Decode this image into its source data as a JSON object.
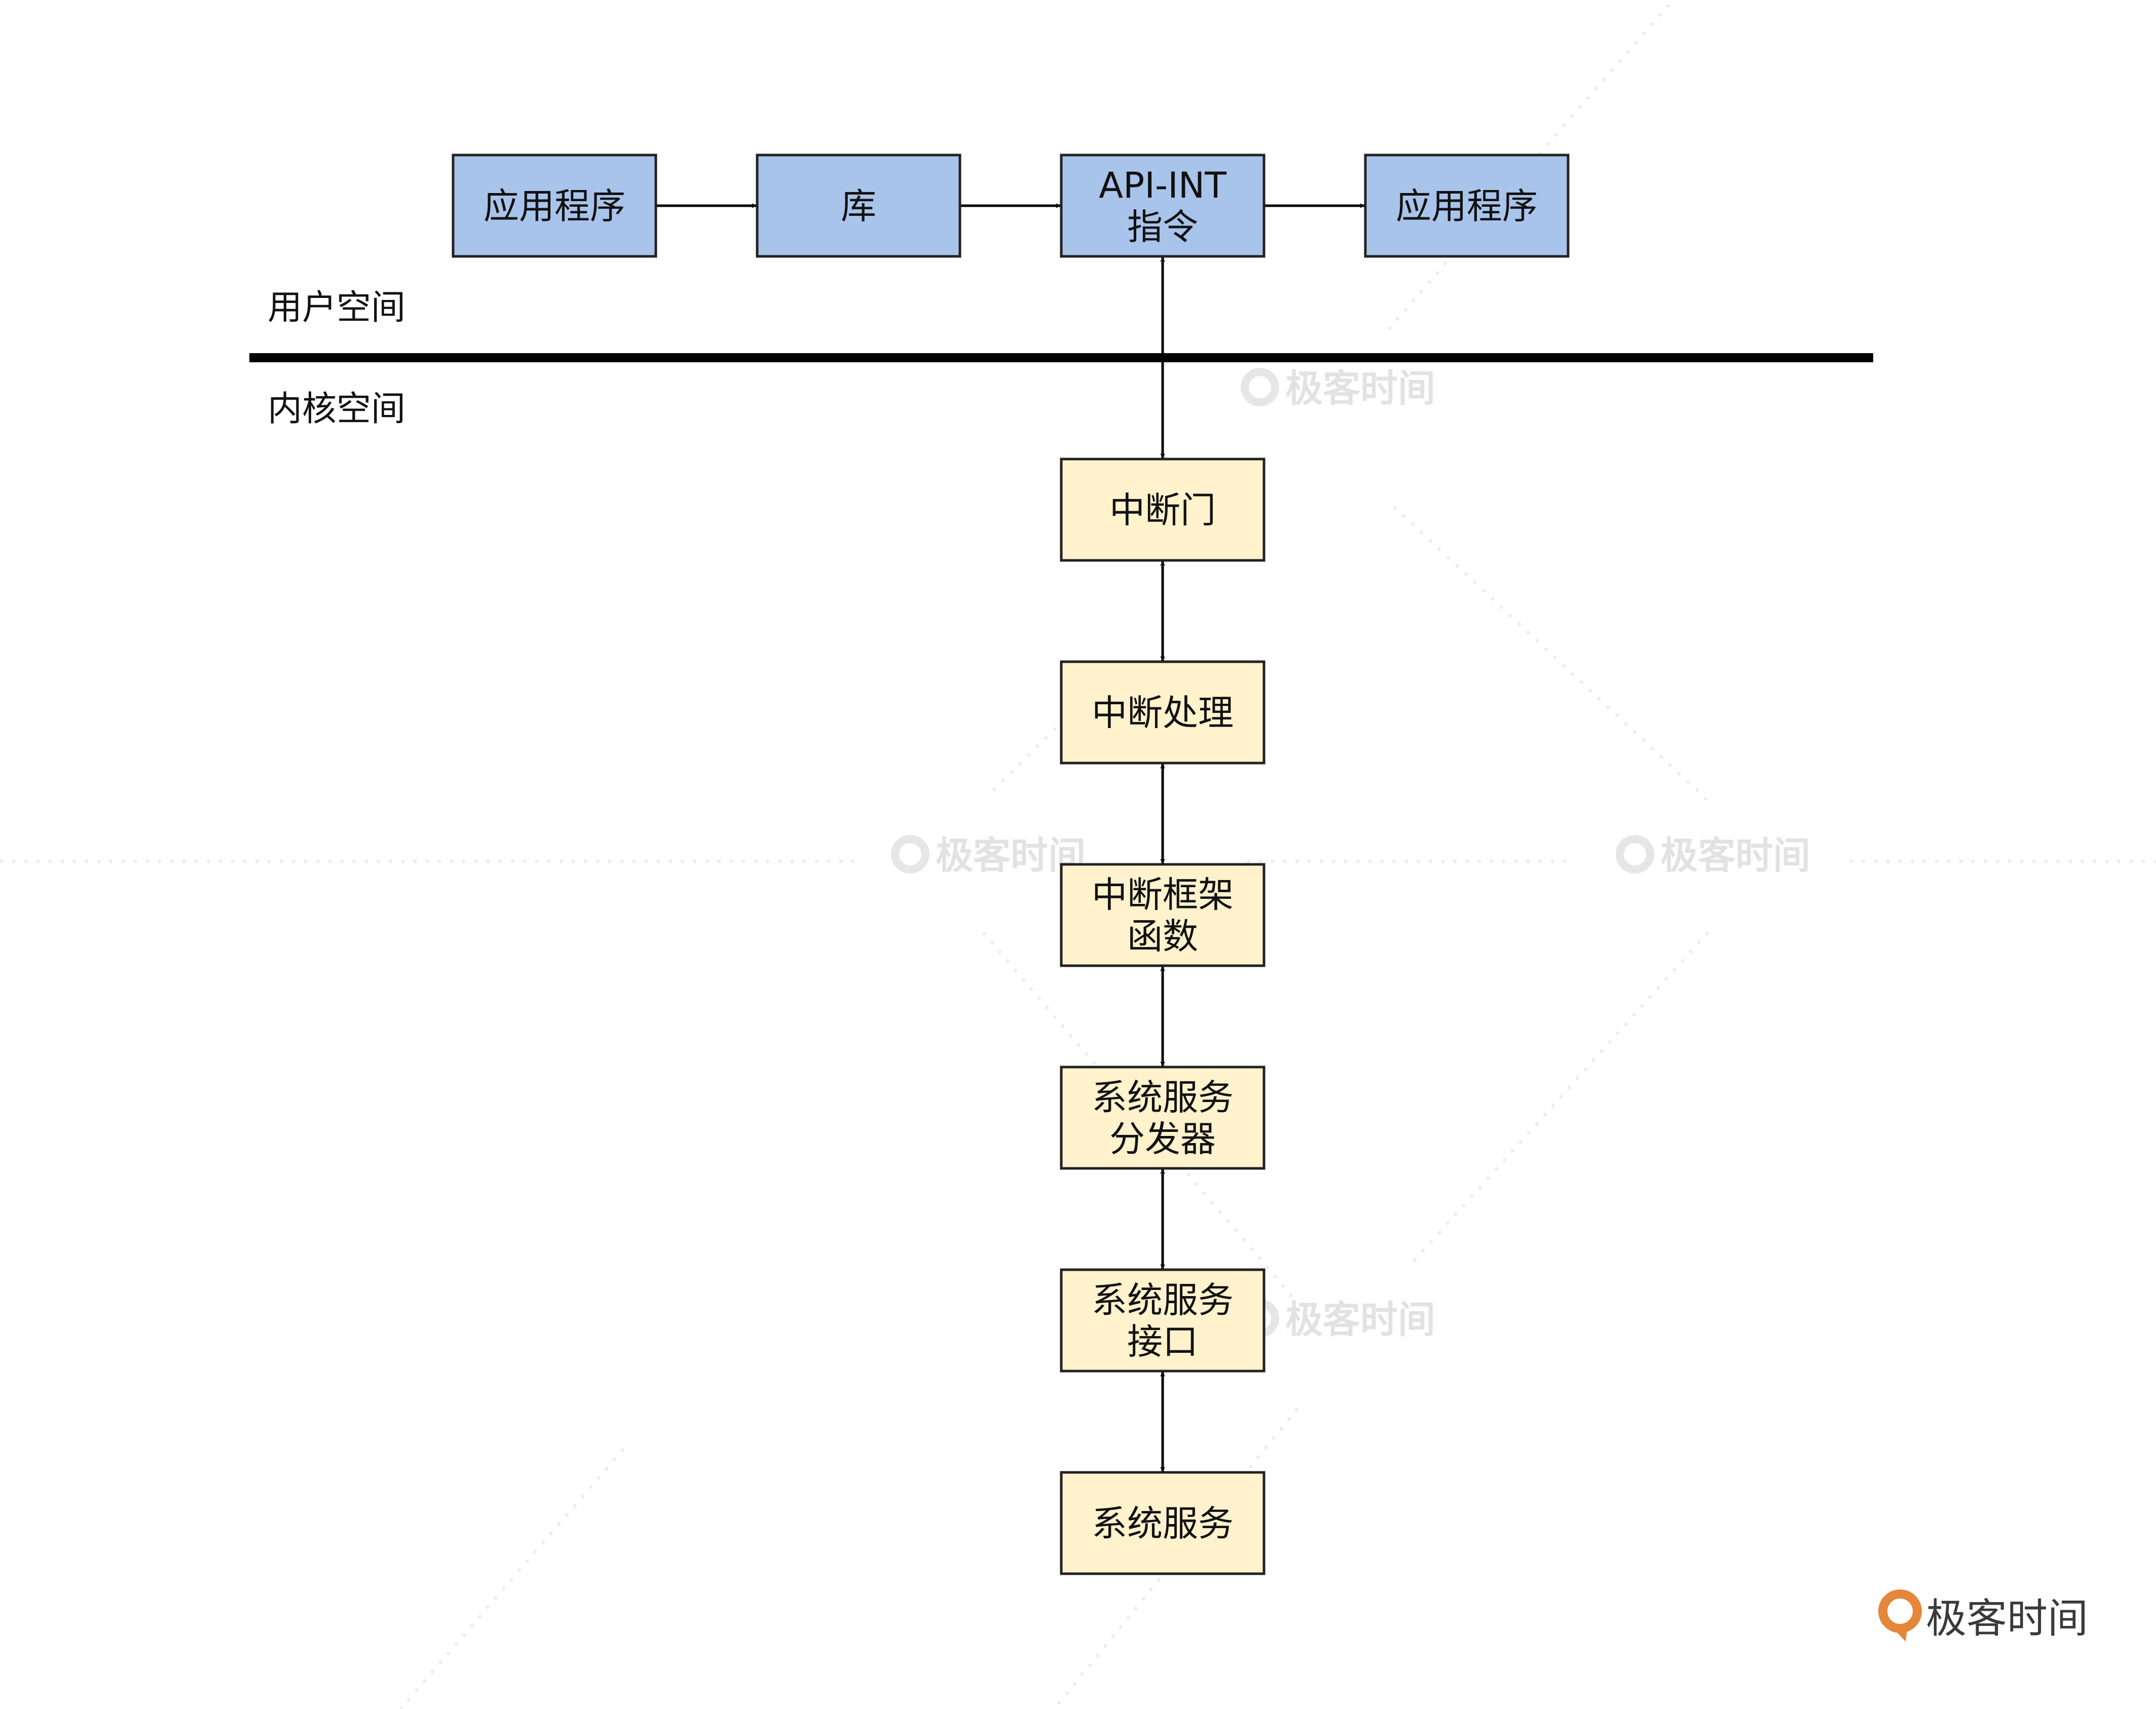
{
  "user_space": {
    "label": "用户空间",
    "boxes": [
      {
        "id": "app1",
        "lines": [
          "应用程序"
        ]
      },
      {
        "id": "lib",
        "lines": [
          "库"
        ]
      },
      {
        "id": "api",
        "lines": [
          "API-INT",
          "指令"
        ]
      },
      {
        "id": "app2",
        "lines": [
          "应用程序"
        ]
      }
    ]
  },
  "kernel_space": {
    "label": "内核空间",
    "boxes": [
      {
        "id": "gate",
        "lines": [
          "中断门"
        ]
      },
      {
        "id": "handler",
        "lines": [
          "中断处理"
        ]
      },
      {
        "id": "framework",
        "lines": [
          "中断框架",
          "函数"
        ]
      },
      {
        "id": "dispatcher",
        "lines": [
          "系统服务",
          "分发器"
        ]
      },
      {
        "id": "interface",
        "lines": [
          "系统服务",
          "接口"
        ]
      },
      {
        "id": "service",
        "lines": [
          "系统服务"
        ]
      }
    ]
  },
  "colors": {
    "user_box_fill": "#a9c4eb",
    "kernel_box_fill": "#fff2cc",
    "box_stroke": "#222222",
    "divider": "#000000",
    "brand_accent": "#e5863a"
  },
  "watermark": {
    "text": "极客时间",
    "icon": "geektime-logo-icon"
  },
  "brand": {
    "text": "极客时间",
    "icon": "geektime-logo-icon"
  }
}
